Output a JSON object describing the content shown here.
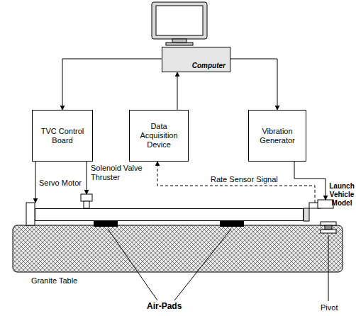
{
  "diagram": {
    "nodes": [
      {
        "text": [
          "Computer"
        ]
      },
      {
        "text": [
          "TVC Control Board"
        ]
      },
      {
        "text": [
          "Data Acquisition Device"
        ]
      },
      {
        "text": [
          "Vibration Generator"
        ]
      },
      {
        "text": [
          "Launch Vehicle Model"
        ]
      },
      {
        "text": [
          "Granite Table"
        ]
      }
    ],
    "edges": [
      {
        "from": 0,
        "to": 1,
        "arrow": "to"
      },
      {
        "from": 2,
        "to": 0,
        "arrow": "to"
      },
      {
        "from": 0,
        "to": 3,
        "arrow": "to"
      },
      {
        "from": 1,
        "to": 4,
        "label": "Servo Motor",
        "arrow": "to"
      },
      {
        "from": 1,
        "to": 4,
        "label": "Solenoid Valve Thruster",
        "arrow": "to"
      },
      {
        "from": 4,
        "to": 2,
        "label": "Rate Sensor Signal",
        "arrow": "to"
      },
      {
        "from": 3,
        "to": 4,
        "arrow": "to"
      }
    ],
    "labels": [
      "Air-Pads",
      "Pivot"
    ]
  }
}
